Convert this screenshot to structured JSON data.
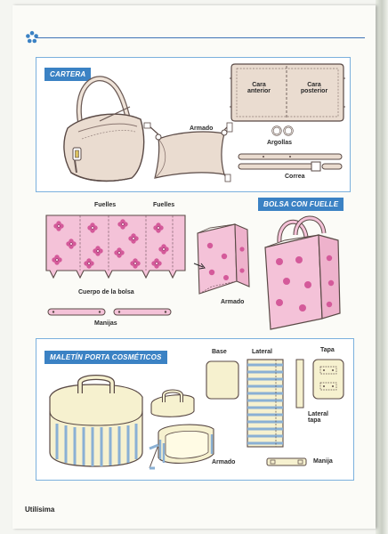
{
  "sections": {
    "cartera": {
      "title": "CARTERA",
      "labels": {
        "front": "Cara\nanterior",
        "back": "Cara\nposterior",
        "assembled": "Armado",
        "rings": "Argollas",
        "strap": "Correa"
      }
    },
    "bolsa": {
      "title": "BOLSA CON FUELLE",
      "labels": {
        "gusset_left": "Fuelles",
        "gusset_right": "Fuelles",
        "body": "Cuerpo de la bolsa",
        "handles": "Manijas",
        "assembled": "Armado"
      }
    },
    "maletin": {
      "title": "MALETÍN PORTA COSMÉTICOS",
      "labels": {
        "base": "Base",
        "side": "Lateral",
        "lid": "Tapa",
        "lid_side": "Lateral\ntapa",
        "assembled": "Armado",
        "handle": "Manija"
      }
    }
  },
  "footer": {
    "brand": "Utilísima"
  },
  "colors": {
    "accent_blue": "#3b82c4",
    "panel_border": "#7bb0dd",
    "pink_fabric": "#f4c2d8",
    "pink_flower": "#d45a9a",
    "tan_leather": "#eadcd0",
    "cream": "#f6f1cf"
  }
}
